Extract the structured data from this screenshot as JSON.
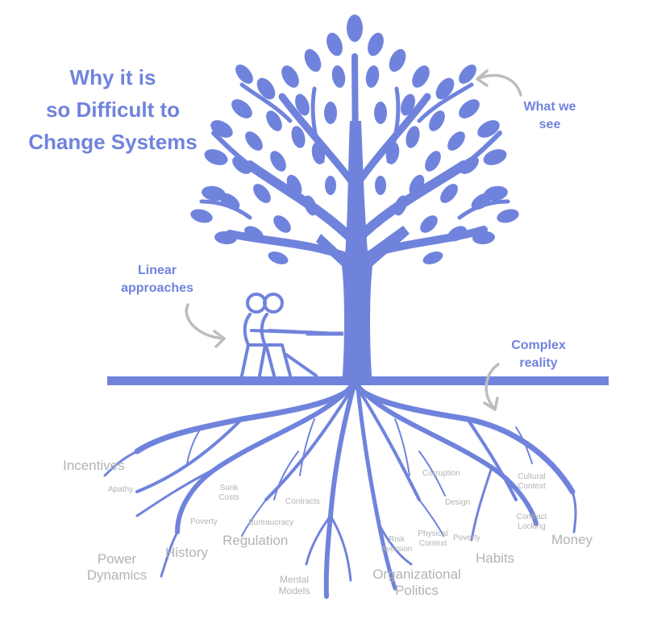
{
  "title": {
    "line1": "Why it is",
    "line2": "so Difficult to",
    "line3": "Change Systems"
  },
  "callouts": {
    "what_we_see": [
      "What we",
      "see"
    ],
    "linear_approaches": [
      "Linear",
      "approaches"
    ],
    "complex_reality": [
      "Complex",
      "reality"
    ]
  },
  "root_labels": {
    "incentives": "Incentives",
    "apathy": "Apathy",
    "power_dynamics": [
      "Power",
      "Dynamics"
    ],
    "history": "History",
    "poverty_left": "Poverty",
    "sunk_costs": [
      "Sunk",
      "Costs"
    ],
    "bureaucracy": "Bureaucracy",
    "regulation": "Regulation",
    "contracts": "Contracts",
    "mental_models": [
      "Mental",
      "Models"
    ],
    "risk_aversion": [
      "Risk",
      "Aversion"
    ],
    "physical_context": [
      "Physical",
      "Context"
    ],
    "organizational_politics": [
      "Organizational",
      "Politics"
    ],
    "corruption": "Corruption",
    "design": "Design",
    "poverty_right": "Poverty",
    "habits": "Habits",
    "cultural_context": [
      "Cultural",
      "Context"
    ],
    "contract_locking": [
      "Contract",
      "Locking"
    ],
    "money": "Money"
  },
  "colors": {
    "tree": "#7083dc",
    "label": "#b3b3b3",
    "arrow": "#bdbdbd",
    "title": "#7083dc"
  },
  "icons": [
    "tree-icon",
    "tug-of-war-icon",
    "curved-arrow-icon"
  ]
}
